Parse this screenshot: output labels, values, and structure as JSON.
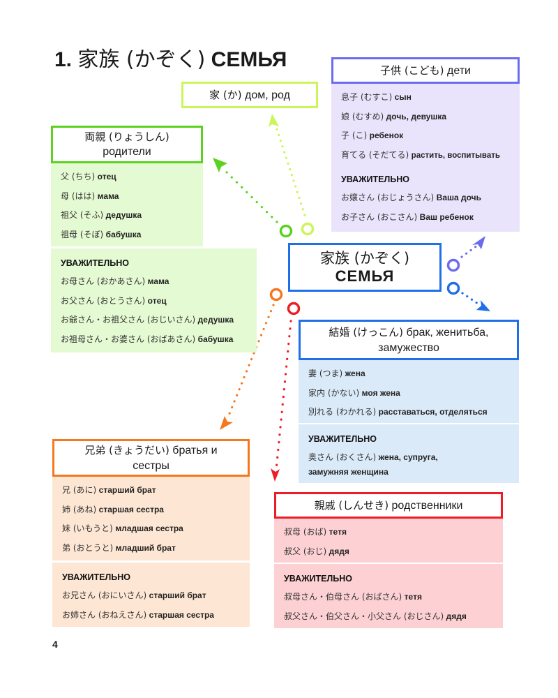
{
  "title": {
    "number": "1.",
    "jp": "家族 (かぞく)",
    "ru": "СЕМЬЯ"
  },
  "center": {
    "jp": "家族 (かぞく)",
    "ru": "СЕМЬЯ"
  },
  "house": {
    "jp": "家 (か)",
    "ru": "дом, род"
  },
  "parents": {
    "header_jp": "両親 (りょうしん)",
    "header_ru": "родители",
    "items": [
      {
        "jp": "父 (ちち)",
        "ru": "отец"
      },
      {
        "jp": "母 (はは)",
        "ru": "мама"
      },
      {
        "jp": "祖父 (そふ)",
        "ru": "дедушка"
      },
      {
        "jp": "祖母 (そぼ)",
        "ru": "бабушка"
      }
    ],
    "honorific_label": "УВАЖИТЕЛЬНО",
    "honorific": [
      {
        "jp": "お母さん (おかあさん)",
        "ru": "мама"
      },
      {
        "jp": "お父さん (おとうさん)",
        "ru": "отец"
      },
      {
        "jp": "お爺さん・お祖父さん (おじいさん)",
        "ru": "дедушка"
      },
      {
        "jp": "お祖母さん・お婆さん (おばあさん)",
        "ru": "бабушка"
      }
    ]
  },
  "children": {
    "header_jp": "子供 (こども)",
    "header_ru": "дети",
    "items": [
      {
        "jp": "息子 (むすこ)",
        "ru": "сын"
      },
      {
        "jp": "娘 (むすめ)",
        "ru": "дочь, девушка"
      },
      {
        "jp": "子 (こ)",
        "ru": "ребенок"
      },
      {
        "jp": "育てる (そだてる)",
        "ru": "растить, воспитывать"
      }
    ],
    "honorific_label": "УВАЖИТЕЛЬНО",
    "honorific": [
      {
        "jp": "お嬢さん (おじょうさん)",
        "ru": "Ваша дочь"
      },
      {
        "jp": "お子さん (おこさん)",
        "ru": "Ваш ребенок"
      }
    ]
  },
  "marriage": {
    "header_jp": "結婚 (けっこん)",
    "header_ru": "брак, женитьба, замужество",
    "items": [
      {
        "jp": "妻 (つま)",
        "ru": "жена"
      },
      {
        "jp": "家内 (かない)",
        "ru": "моя жена"
      },
      {
        "jp": "別れる (わかれる)",
        "ru": "расставаться, отделяться"
      }
    ],
    "honorific_label": "УВАЖИТЕЛЬНО",
    "honorific": [
      {
        "jp": "奥さん (おくさん)",
        "ru": "жена, супруга, замужняя женщина"
      }
    ]
  },
  "siblings": {
    "header_jp": "兄弟 (きょうだい)",
    "header_ru": "братья и сестры",
    "items": [
      {
        "jp": "兄 (あに)",
        "ru": "старший брат"
      },
      {
        "jp": "姉 (あね)",
        "ru": "старшая сестра"
      },
      {
        "jp": "妹 (いもうと)",
        "ru": "младшая сестра"
      },
      {
        "jp": "弟 (おとうと)",
        "ru": "младший брат"
      }
    ],
    "honorific_label": "УВАЖИТЕЛЬНО",
    "honorific": [
      {
        "jp": "お兄さん (おにいさん)",
        "ru": "старший брат"
      },
      {
        "jp": "お姉さん (おねえさん)",
        "ru": "старшая сестра"
      }
    ]
  },
  "relatives": {
    "header_jp": "親戚 (しんせき)",
    "header_ru": "родственники",
    "items": [
      {
        "jp": "叔母 (おば)",
        "ru": "тетя"
      },
      {
        "jp": "叔父 (おじ)",
        "ru": "дядя"
      }
    ],
    "honorific_label": "УВАЖИТЕЛЬНО",
    "honorific": [
      {
        "jp": "叔母さん・伯母さん (おばさん)",
        "ru": "тетя"
      },
      {
        "jp": "叔父さん・伯父さん・小父さん (おじさん)",
        "ru": "дядя"
      }
    ]
  },
  "colors": {
    "house": "#ccf55a",
    "parents": "#5ad21e",
    "children": "#6b6bf2",
    "marriage": "#1f6fe8",
    "siblings": "#f5781e",
    "relatives": "#ee1c25"
  },
  "page_number": "4"
}
